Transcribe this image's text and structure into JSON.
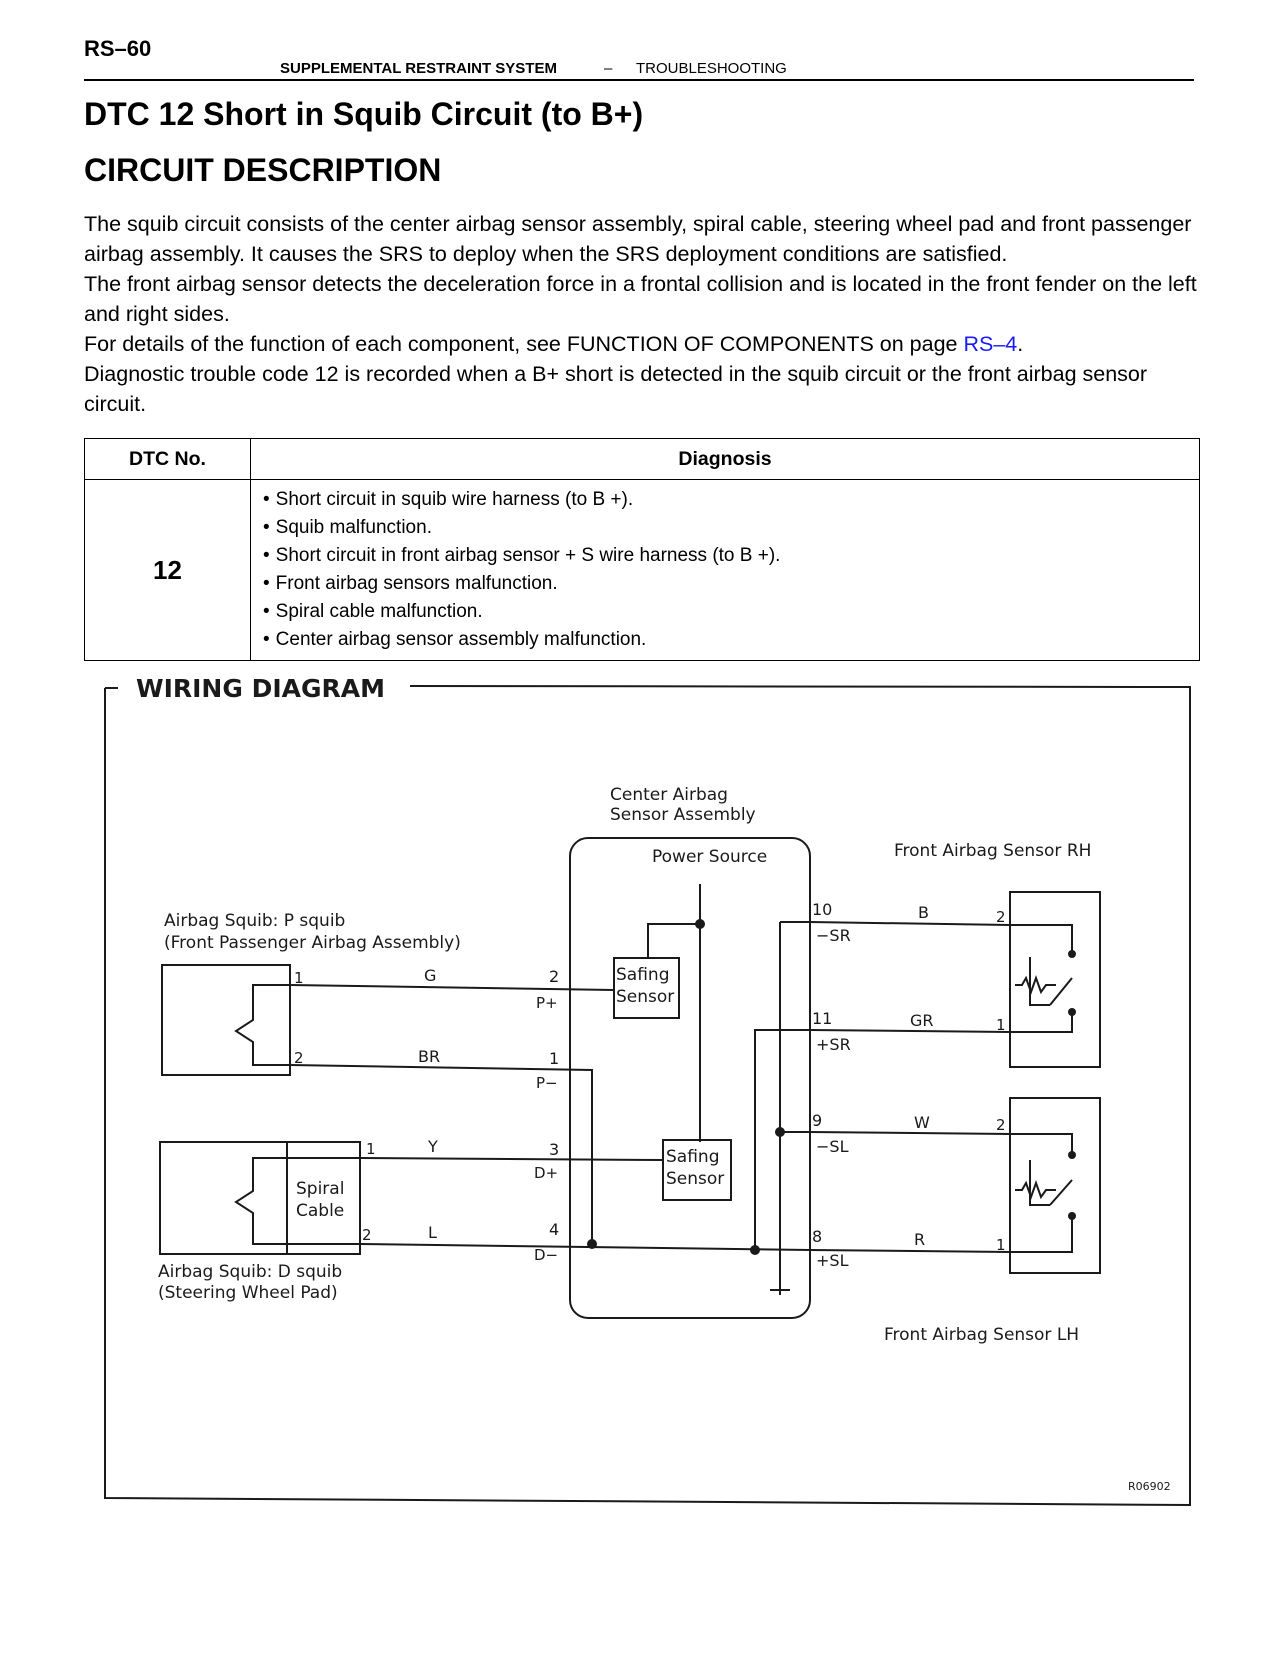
{
  "header": {
    "page_number": "RS–60",
    "section": "SUPPLEMENTAL RESTRAINT SYSTEM",
    "separator": "–",
    "subsection": "TROUBLESHOOTING"
  },
  "title": "DTC 12 Short in Squib Circuit (to B+)",
  "subtitle": "CIRCUIT DESCRIPTION",
  "description": {
    "p1": "The squib circuit consists of the center airbag sensor assembly, spiral cable, steering wheel pad and front passenger airbag assembly. It causes the SRS to deploy when the SRS deployment conditions are satisfied.",
    "p2": "The front airbag sensor detects the deceleration force in a frontal collision and is located in the front fender on the left and right sides.",
    "p3_before": "For details of the function of each component, see FUNCTION OF COMPONENTS on page ",
    "p3_link": "RS–4",
    "p3_after": ".",
    "p4": "Diagnostic trouble code 12 is recorded when a B+ short is detected in the squib circuit or the front airbag sensor circuit."
  },
  "dtc_table": {
    "col_no": "DTC No.",
    "col_diag": "Diagnosis",
    "code": "12",
    "items": [
      "Short circuit in squib wire harness (to B +).",
      "Squib malfunction.",
      "Short circuit in front airbag sensor + S wire harness (to B +).",
      "Front airbag sensors malfunction.",
      "Spiral cable malfunction.",
      "Center airbag sensor assembly malfunction."
    ]
  },
  "wiring": {
    "title": "WIRING DIAGRAM",
    "center_label_1": "Center Airbag",
    "center_label_2": "Sensor Assembly",
    "power_source": "Power Source",
    "safing_1": "Safing",
    "sensor_1": "Sensor",
    "safing_2": "Safing",
    "sensor_2": "Sensor",
    "p_squib_1": "Airbag Squib:   P squib",
    "p_squib_2": "(Front Passenger Airbag Assembly)",
    "d_squib_1": "Airbag Squib:   D squib",
    "d_squib_2": "(Steering Wheel Pad)",
    "spiral_1": "Spiral",
    "spiral_2": "Cable",
    "front_rh": "Front Airbag Sensor RH",
    "front_lh": "Front Airbag Sensor LH",
    "wires": {
      "g": "G",
      "br": "BR",
      "y": "Y",
      "l": "L",
      "b": "B",
      "gr": "GR",
      "w": "W",
      "r": "R"
    },
    "pins": {
      "p_pos_no": "2",
      "p_pos": "P+",
      "p_neg_no": "1",
      "p_neg": "P−",
      "d_pos_no": "3",
      "d_pos": "D+",
      "d_neg_no": "4",
      "d_neg": "D−",
      "sr_neg_no": "10",
      "sr_neg": "−SR",
      "sr_pos_no": "11",
      "sr_pos": "+SR",
      "sl_neg_no": "9",
      "sl_neg": "−SL",
      "sl_pos_no": "8",
      "sl_pos": "+SL",
      "psq_1": "1",
      "psq_2": "2",
      "dsq_1": "1",
      "dsq_2": "2",
      "rh_2": "2",
      "rh_1": "1",
      "lh_2": "2",
      "lh_1": "1"
    },
    "code": "R06902"
  }
}
